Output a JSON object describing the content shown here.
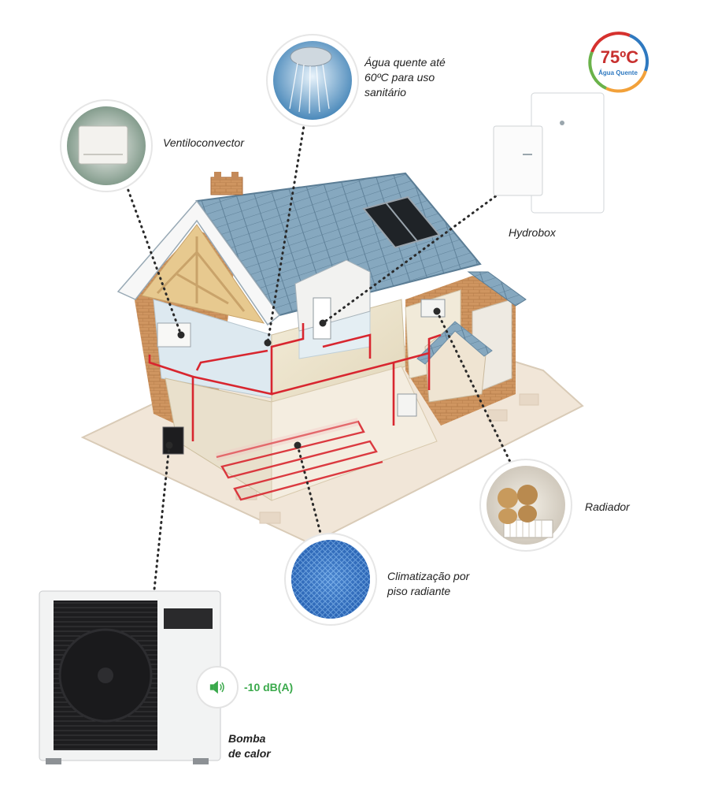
{
  "badge": {
    "temperature": "75ºC",
    "subtitle": "Água Quente",
    "colors": {
      "ring_red": "#d6312e",
      "ring_blue": "#2f79c0",
      "ring_orange": "#f2a13a",
      "ring_green": "#6ab24a"
    }
  },
  "labels": {
    "hot_water": [
      "Água quente até",
      "60ºC para uso",
      "sanitário"
    ],
    "fan_coil": "Ventiloconvector",
    "hydrobox": "Hydrobox",
    "radiator": "Radiador",
    "underfloor": [
      "Climatização por",
      "piso radiante"
    ],
    "heat_pump": [
      "Bomba",
      "de calor"
    ],
    "noise": "-10 dB(A)"
  },
  "colors": {
    "pipe_red": "#d8262f",
    "roof_blue": "#7fa3bb",
    "brick": "#c98a55",
    "noise_green": "#3aa94b"
  },
  "icons": [
    "speaker-icon"
  ]
}
